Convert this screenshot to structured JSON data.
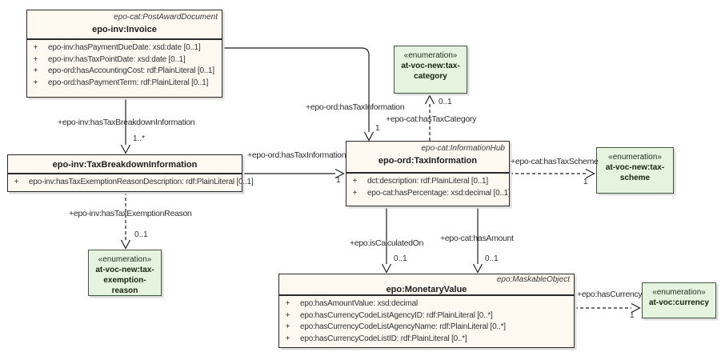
{
  "symbols": {
    "plus": "+"
  },
  "classes": {
    "invoice": {
      "stereotype": "epo-cat:PostAwardDocument",
      "name": "epo-inv:Invoice",
      "attributes": [
        "epo-inv:hasPaymentDueDate: xsd:date [0..1]",
        "epo-inv:hasTaxPointDate: xsd:date [0..1]",
        "epo-ord:hasAccountingCost: rdf:PlainLiteral [0..1]",
        "epo-ord:hasPaymentTerm: rdf:PlainLiteral [0..1]"
      ]
    },
    "tax_breakdown_information": {
      "name": "epo-inv:TaxBreakdownInformation",
      "attributes": [
        "epo-inv:hasTaxExemptionReasonDescription: rdf:PlainLiteral [0..1]"
      ]
    },
    "tax_information": {
      "stereotype": "epo-cat:InformationHub",
      "name": "epo-ord:TaxInformation",
      "attributes": [
        "dct:description: rdf:PlainLiteral [0..1]",
        "epo-cat:hasPercentage: xsd:decimal [0..1]"
      ]
    },
    "monetary_value": {
      "stereotype": "epo:MaskableObject",
      "name": "epo:MonetaryValue",
      "attributes": [
        "epo:hasAmountValue: xsd:decimal",
        "epo:hasCurrencyCodeListAgencyID: rdf:PlainLiteral [0..*]",
        "epo:hasCurrencyCodeListAgencyName: rdf:PlainLiteral [0..*]",
        "epo:hasCurrencyCodeListID: rdf:PlainLiteral [0..*]"
      ]
    }
  },
  "enums": {
    "tax_category": {
      "stereotype": "«enumeration»",
      "name": "at-voc-new:tax-category"
    },
    "tax_scheme": {
      "stereotype": "«enumeration»",
      "name": "at-voc-new:tax-scheme"
    },
    "tax_exemption_reason": {
      "stereotype": "«enumeration»",
      "name": "at-voc-new:tax-exemption-reason"
    },
    "currency": {
      "stereotype": "«enumeration»",
      "name": "at-voc:currency"
    }
  },
  "edges": {
    "invoice_to_breakdown": {
      "label": "+epo-inv:hasTaxBreakdownInformation",
      "multiplicity": "1..*"
    },
    "invoice_to_tax_information": {
      "label": "+epo-ord:hasTaxInformation",
      "multiplicity": "1"
    },
    "breakdown_to_tax_information": {
      "label": "+epo-ord:hasTaxInformation",
      "multiplicity": "1"
    },
    "tax_information_to_tax_category": {
      "label": "+epo-cat:hasTaxCategory",
      "multiplicity": "0..1"
    },
    "tax_information_to_tax_scheme": {
      "label": "+epo-cat:hasTaxScheme",
      "multiplicity": "1"
    },
    "breakdown_to_tax_exemption_reason": {
      "label": "+epo-inv:hasTaxExemptionReason",
      "multiplicity": "0..1"
    },
    "tax_information_is_calculated_on": {
      "label": "+epo:isCalculatedOn",
      "multiplicity": "0..1"
    },
    "tax_information_has_amount": {
      "label": "+epo-cat:hasAmount",
      "multiplicity": "0..1"
    },
    "monetary_value_to_currency": {
      "label": "+epo:hasCurrency",
      "multiplicity": "1"
    }
  },
  "colors": {
    "class_fill": "#fdf8f0",
    "class_border": "#2a2a2a",
    "enum_fill": "#e6f3de",
    "enum_border": "#3f5a40",
    "line": "#1f1f1f",
    "background": "#ffffff"
  }
}
